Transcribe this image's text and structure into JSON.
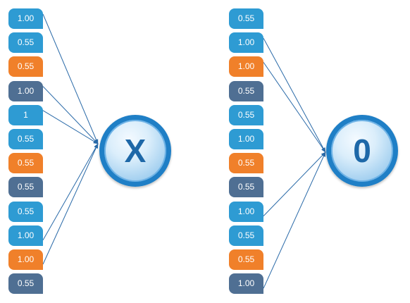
{
  "left_group": {
    "node_symbol": "X",
    "cells": [
      {
        "value": "1.00",
        "tone": "blue",
        "connected": true
      },
      {
        "value": "0.55",
        "tone": "blue",
        "connected": false
      },
      {
        "value": "0.55",
        "tone": "orange",
        "connected": false
      },
      {
        "value": "1.00",
        "tone": "slate",
        "connected": true
      },
      {
        "value": "1",
        "tone": "blue",
        "connected": true
      },
      {
        "value": "0.55",
        "tone": "blue",
        "connected": false
      },
      {
        "value": "0.55",
        "tone": "orange",
        "connected": false
      },
      {
        "value": "0.55",
        "tone": "slate",
        "connected": false
      },
      {
        "value": "0.55",
        "tone": "blue",
        "connected": false
      },
      {
        "value": "1.00",
        "tone": "blue",
        "connected": true
      },
      {
        "value": "1.00",
        "tone": "orange",
        "connected": true
      },
      {
        "value": "0.55",
        "tone": "slate",
        "connected": false
      }
    ]
  },
  "right_group": {
    "node_symbol": "0",
    "cells": [
      {
        "value": "0.55",
        "tone": "blue",
        "connected": false
      },
      {
        "value": "1.00",
        "tone": "blue",
        "connected": true
      },
      {
        "value": "1.00",
        "tone": "orange",
        "connected": true
      },
      {
        "value": "0.55",
        "tone": "slate",
        "connected": false
      },
      {
        "value": "0.55",
        "tone": "blue",
        "connected": false
      },
      {
        "value": "1.00",
        "tone": "blue",
        "connected": false
      },
      {
        "value": "0.55",
        "tone": "orange",
        "connected": false
      },
      {
        "value": "0.55",
        "tone": "slate",
        "connected": false
      },
      {
        "value": "1.00",
        "tone": "blue",
        "connected": true
      },
      {
        "value": "0.55",
        "tone": "blue",
        "connected": false
      },
      {
        "value": "0.55",
        "tone": "orange",
        "connected": false
      },
      {
        "value": "1.00",
        "tone": "slate",
        "connected": true
      }
    ]
  },
  "colors": {
    "blue": "#2e9bd3",
    "orange": "#f0802a",
    "slate": "#4f6f93",
    "wire": "#2a6aa8"
  }
}
